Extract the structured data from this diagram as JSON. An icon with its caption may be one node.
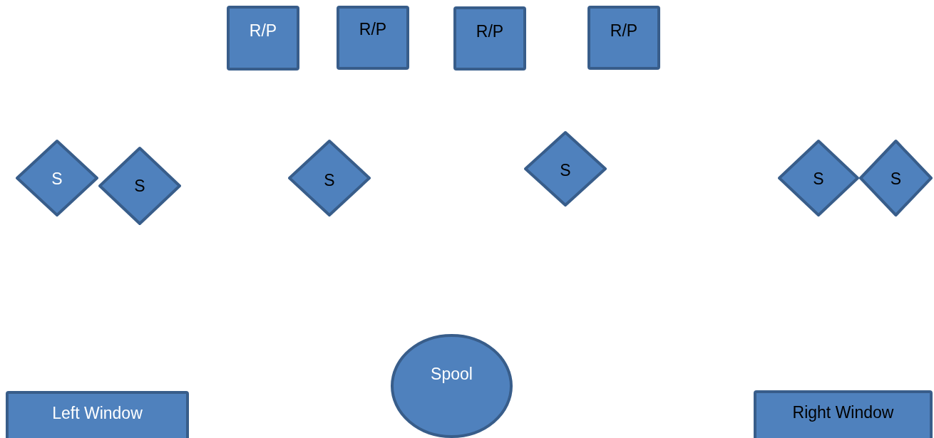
{
  "diagram": {
    "nodes": [
      {
        "text": [
          "R/P"
        ]
      },
      {
        "text": [
          "R/P"
        ]
      },
      {
        "text": [
          "R/P"
        ]
      },
      {
        "text": [
          "R/P"
        ]
      },
      {
        "text": [
          "S"
        ]
      },
      {
        "text": [
          "S"
        ]
      },
      {
        "text": [
          "S"
        ]
      },
      {
        "text": [
          "S"
        ]
      },
      {
        "text": [
          "S"
        ]
      },
      {
        "text": [
          "S"
        ]
      },
      {
        "text": [
          "Left Window"
        ]
      },
      {
        "text": [
          "Spool"
        ]
      },
      {
        "text": [
          "Right Window"
        ]
      }
    ]
  }
}
